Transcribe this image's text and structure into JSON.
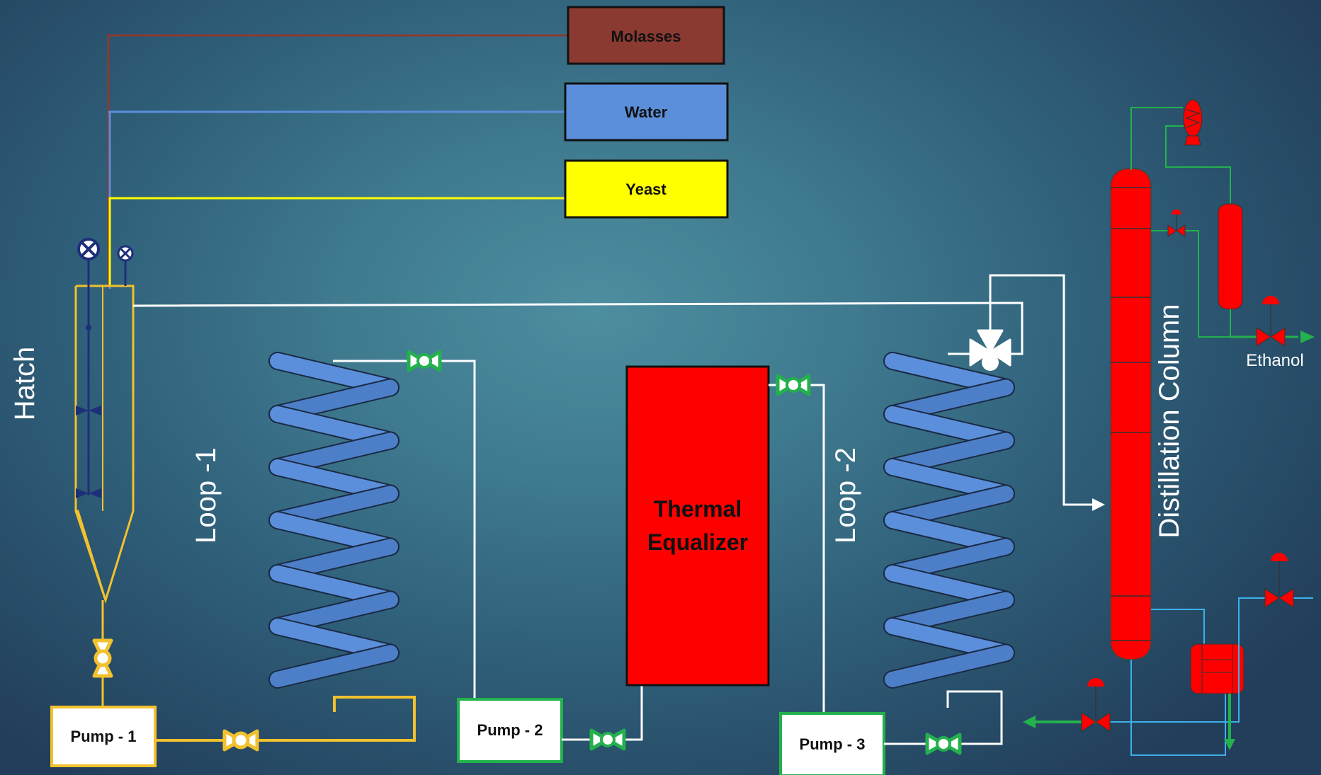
{
  "title": "",
  "sources": {
    "molasses": "Molasses",
    "water": "Water",
    "yeast": "Yeast"
  },
  "labels": {
    "hatch": "Hatch",
    "loop1": "Loop -1",
    "loop2": "Loop -2",
    "distillation": "Distillation Column",
    "ethanol": "Ethanol",
    "thermal_line1": "Thermal",
    "thermal_line2": "Equalizer"
  },
  "pumps": {
    "p1": "Pump - 1",
    "p2": "Pump - 2",
    "p3": "Pump - 3"
  },
  "colors": {
    "molasses": "#8b3a32",
    "water": "#5b8fdb",
    "yeast": "#ffff00",
    "hatch_line": "#f2c12e",
    "equipment_red": "#ff0000",
    "coil_blue": "#5b8fdb",
    "valve_green": "#22b14c",
    "line_white": "#ffffff",
    "line_blue": "#3db0e8"
  }
}
